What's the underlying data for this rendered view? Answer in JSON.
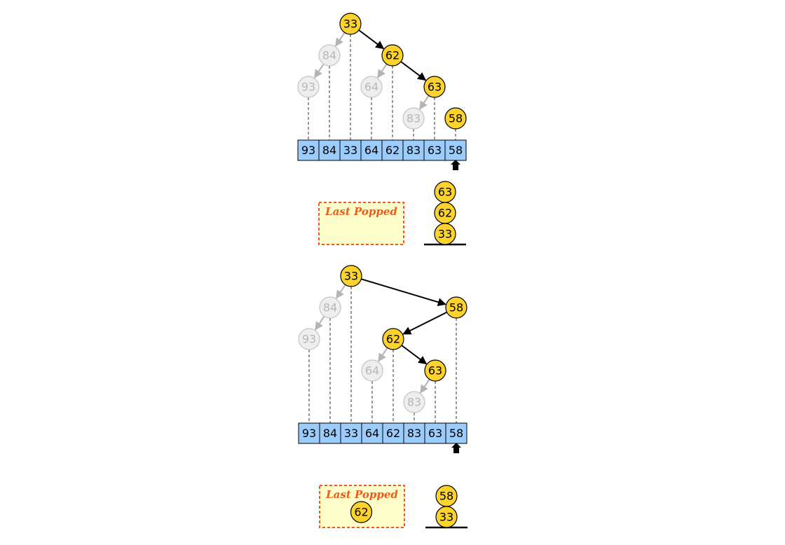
{
  "colors": {
    "active_fill": "#fcd22d",
    "active_stroke": "#000000",
    "faded_fill": "#eeeeee",
    "faded_stroke": "#c4c4c4",
    "faded_text": "#b8b8b8",
    "array_fill": "#9cccfc",
    "array_stroke": "#000000",
    "dashed_line": "#999999",
    "box_border": "#f05a19",
    "box_fill": "#ffffcc",
    "box_title": "#f05a19"
  },
  "panels": [
    {
      "array": [
        "93",
        "84",
        "33",
        "64",
        "62",
        "83",
        "63",
        "58"
      ],
      "nodes": [
        {
          "id": "n33",
          "label": "33",
          "state": "active"
        },
        {
          "id": "n84",
          "label": "84",
          "state": "faded"
        },
        {
          "id": "n62",
          "label": "62",
          "state": "active"
        },
        {
          "id": "n93",
          "label": "93",
          "state": "faded"
        },
        {
          "id": "n64",
          "label": "64",
          "state": "faded"
        },
        {
          "id": "n63",
          "label": "63",
          "state": "active"
        },
        {
          "id": "n83",
          "label": "83",
          "state": "faded"
        },
        {
          "id": "n58",
          "label": "58",
          "state": "active"
        }
      ],
      "edges": [
        {
          "from": "n33",
          "to": "n84",
          "state": "faded"
        },
        {
          "from": "n84",
          "to": "n93",
          "state": "faded"
        },
        {
          "from": "n33",
          "to": "n62",
          "state": "active"
        },
        {
          "from": "n62",
          "to": "n64",
          "state": "faded"
        },
        {
          "from": "n62",
          "to": "n63",
          "state": "active"
        },
        {
          "from": "n63",
          "to": "n83",
          "state": "faded"
        }
      ],
      "last_popped": {
        "title": "Last Popped",
        "value": ""
      },
      "stack": [
        "63",
        "62",
        "33"
      ]
    },
    {
      "array": [
        "93",
        "84",
        "33",
        "64",
        "62",
        "83",
        "63",
        "58"
      ],
      "nodes": [
        {
          "id": "n33",
          "label": "33",
          "state": "active"
        },
        {
          "id": "n84",
          "label": "84",
          "state": "faded"
        },
        {
          "id": "n58",
          "label": "58",
          "state": "active"
        },
        {
          "id": "n93",
          "label": "93",
          "state": "faded"
        },
        {
          "id": "n62",
          "label": "62",
          "state": "active"
        },
        {
          "id": "n64",
          "label": "64",
          "state": "faded"
        },
        {
          "id": "n63",
          "label": "63",
          "state": "active"
        },
        {
          "id": "n83",
          "label": "83",
          "state": "faded"
        }
      ],
      "edges": [
        {
          "from": "n33",
          "to": "n84",
          "state": "faded"
        },
        {
          "from": "n84",
          "to": "n93",
          "state": "faded"
        },
        {
          "from": "n33",
          "to": "n58",
          "state": "active"
        },
        {
          "from": "n58",
          "to": "n62",
          "state": "active"
        },
        {
          "from": "n62",
          "to": "n64",
          "state": "faded"
        },
        {
          "from": "n62",
          "to": "n63",
          "state": "active"
        },
        {
          "from": "n63",
          "to": "n83",
          "state": "faded"
        }
      ],
      "last_popped": {
        "title": "Last Popped",
        "value": "62"
      },
      "stack": [
        "58",
        "33"
      ]
    }
  ]
}
